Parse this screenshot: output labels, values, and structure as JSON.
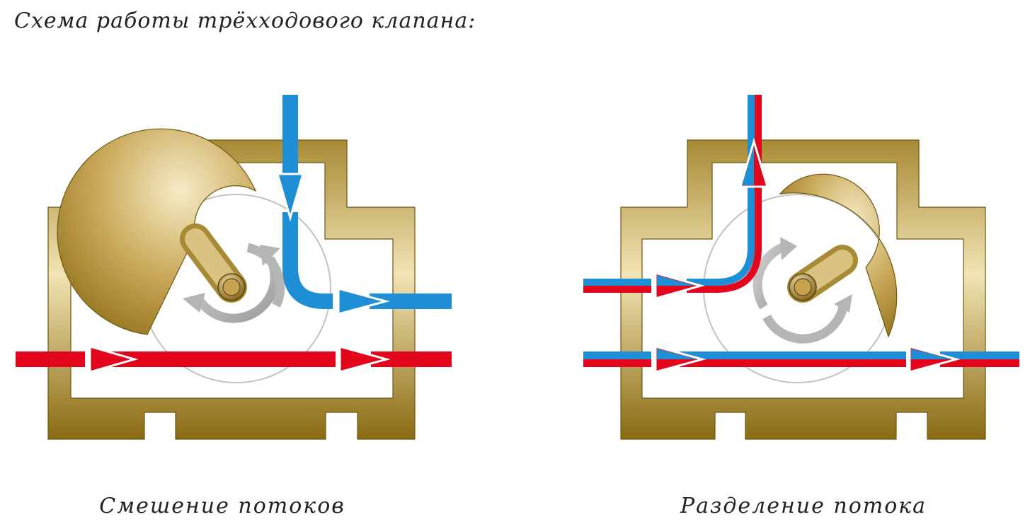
{
  "header": {
    "title": "Схема работы трёхходового клапана:"
  },
  "diagrams": [
    {
      "caption": "Смешение потоков"
    },
    {
      "caption": "Разделение потока"
    }
  ],
  "colors": {
    "hot": "#e3051b",
    "cold": "#1e8fd5",
    "brass_light": "#f2e4b4",
    "brass_mid": "#c9a959",
    "brass_dark": "#8a6a12",
    "rotation_arrow": "#b5b5b5"
  },
  "icons": {
    "rotation": "circular-arrows-icon",
    "flow": "arrowhead-icon"
  }
}
